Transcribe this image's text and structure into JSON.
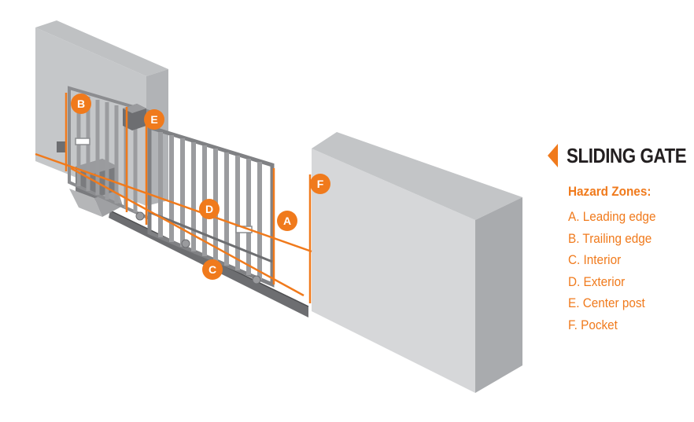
{
  "title": "SLIDING GATE",
  "subtitle": "Hazard Zones:",
  "zones": [
    {
      "letter": "A",
      "item": "A. Leading edge"
    },
    {
      "letter": "B",
      "item": "B. Trailing edge"
    },
    {
      "letter": "C",
      "item": "C. Interior"
    },
    {
      "letter": "D",
      "item": "D. Exterior"
    },
    {
      "letter": "E",
      "item": "E. Center post"
    },
    {
      "letter": "F",
      "item": "F. Pocket"
    }
  ],
  "colors": {
    "accent": "#f07a1c",
    "wall_front": "#d6d7d9",
    "wall_side": "#b6b8bb",
    "wall_top": "#c5c7c9",
    "rail": "#6d6e71",
    "text": "#231f20"
  }
}
